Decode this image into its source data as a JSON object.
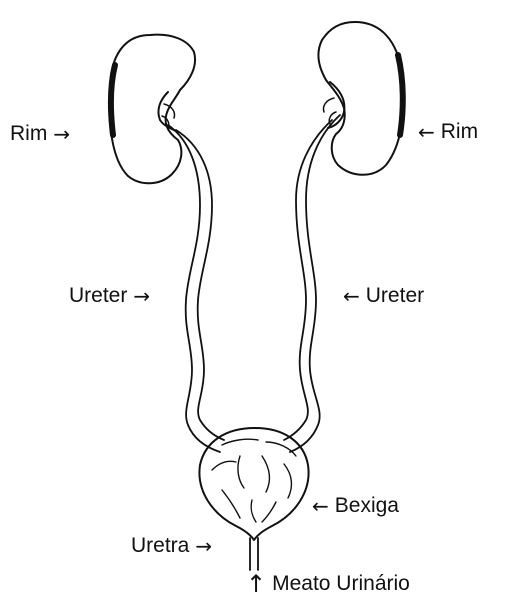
{
  "labels": {
    "kidney_left": "Rim",
    "kidney_right": "Rim",
    "ureter_left": "Ureter",
    "ureter_right": "Ureter",
    "bladder": "Bexiga",
    "urethra": "Uretra",
    "meatus": "Meato Urinário"
  },
  "arrows": {
    "right": "→",
    "left": "←",
    "up": "↑"
  }
}
